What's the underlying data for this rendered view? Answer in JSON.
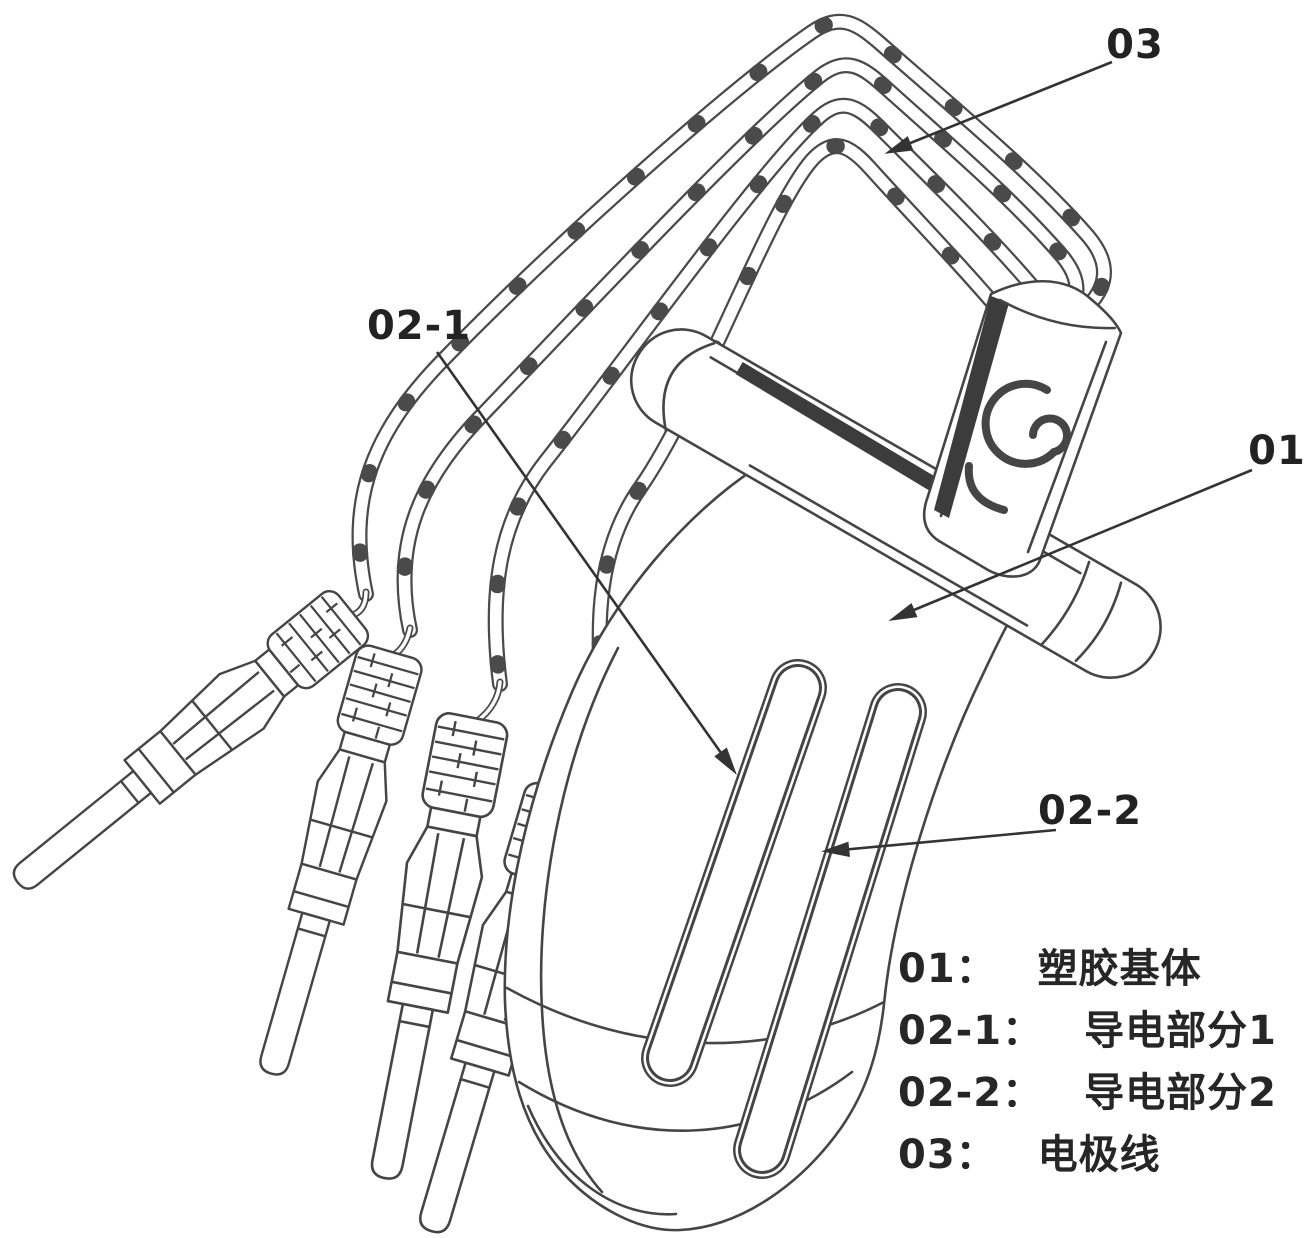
{
  "figure": {
    "type": "patent-line-drawing",
    "background_color": "#ffffff",
    "line_color": "#4a4a4a",
    "text_color": "#262626"
  },
  "callouts": {
    "c03": "03",
    "c02_1": "02-1",
    "c01": "01",
    "c02_2": "02-2"
  },
  "legend": {
    "items": [
      {
        "code": "01",
        "term": "塑胶基体",
        "text": "01： 塑胶基体"
      },
      {
        "code": "02-1",
        "term": "导电部分1",
        "text": "02-1： 导电部分1"
      },
      {
        "code": "02-2",
        "term": "导电部分2",
        "text": "02-2： 导电部分2"
      },
      {
        "code": "03",
        "term": "电极线",
        "text": "03： 电极线"
      }
    ]
  }
}
